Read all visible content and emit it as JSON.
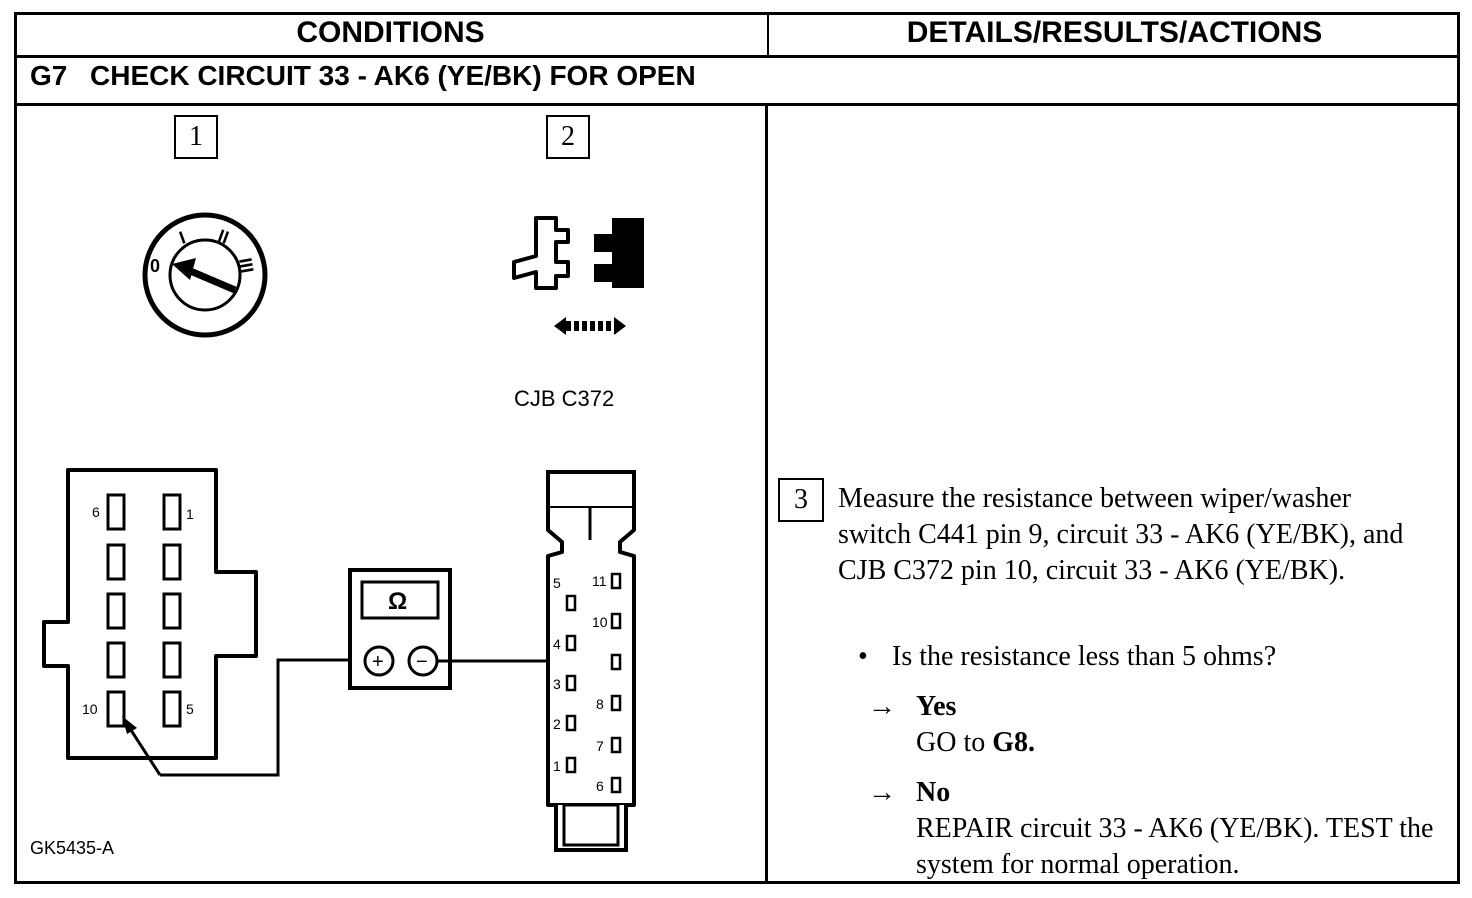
{
  "header": {
    "conditions": "CONDITIONS",
    "details": "DETAILS/RESULTS/ACTIONS"
  },
  "section": {
    "id": "G7",
    "title": "CHECK CIRCUIT 33 - AK6 (YE/BK) FOR OPEN"
  },
  "steps": [
    {
      "number": "1"
    },
    {
      "number": "2"
    },
    {
      "number": "3"
    }
  ],
  "figure": {
    "connector_label": "CJB C372",
    "ignition_positions": [
      "0",
      "I",
      "II",
      "III"
    ],
    "meter_symbol": "Ω",
    "meter_plus": "+",
    "meter_minus": "−",
    "left_connector_pins": [
      "6",
      "1",
      "10",
      "5"
    ],
    "right_connector_pins": [
      "5",
      "11",
      "10",
      "4",
      "3",
      "8",
      "2",
      "7",
      "1",
      "6"
    ],
    "figure_id": "GK5435-A"
  },
  "action": {
    "instruction": "Measure the resistance between wiper/washer switch C441 pin 9, circuit 33 - AK6 (YE/BK), and CJB C372 pin 10, circuit 33 - AK6 (YE/BK).",
    "question": "Is the resistance less than 5 ohms?",
    "bullet": "•",
    "arrow": "→",
    "yes_label": "Yes",
    "yes_text_prefix": "GO to ",
    "yes_target": "G8.",
    "no_label": "No",
    "no_text": "REPAIR circuit 33 - AK6 (YE/BK). TEST the system for normal operation."
  }
}
